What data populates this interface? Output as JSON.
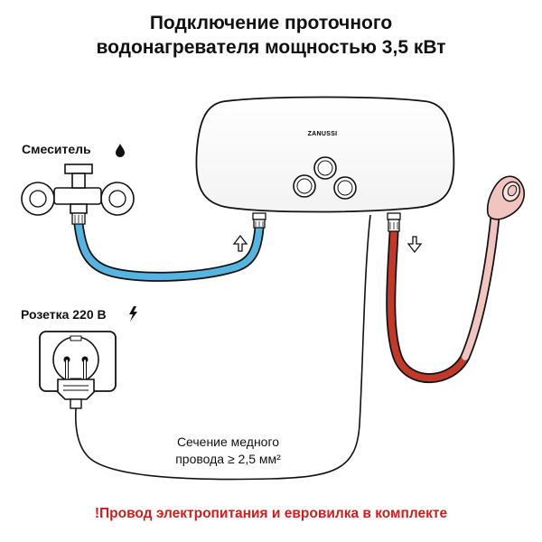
{
  "title": {
    "line1": "Подключение проточного",
    "line2": "водонагревателя мощностью 3,5 кВт"
  },
  "labels": {
    "mixer": "Смеситель",
    "socket": "Розетка 220 В",
    "wire_line1": "Сечение медного",
    "wire_line2": "провода ≥ 2,5 мм²"
  },
  "heater": {
    "brand": "ZANUSSI"
  },
  "note": "!Провод электропитания и евровилка в комплекте",
  "colors": {
    "cold_hose": "#55b4e0",
    "hot_hose": "#c0392b",
    "shower_hose": "#f2c4c0",
    "note": "#cc1f1f"
  },
  "icons": {
    "mixer": "water-drop-icon",
    "socket": "lightning-icon",
    "inlet": "arrow-up-icon",
    "outlet": "arrow-down-icon"
  }
}
